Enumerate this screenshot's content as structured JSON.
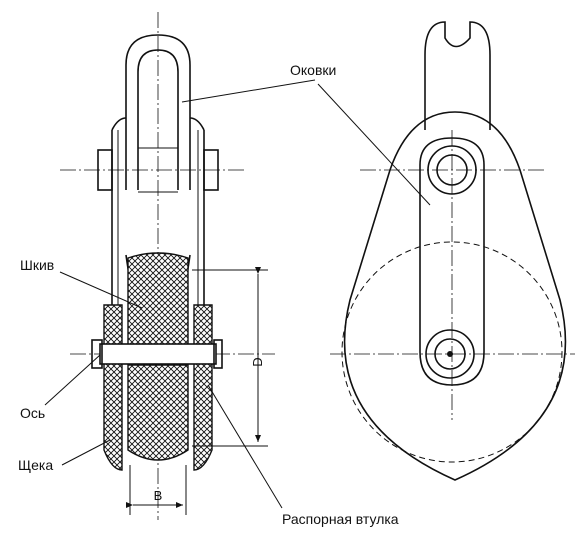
{
  "labels": {
    "fittings": "Оковки",
    "sheave": "Шкив",
    "axle": "Ось",
    "cheek": "Щека",
    "spacer": "Распорная втулка"
  },
  "dimensions": {
    "diameter": "D",
    "width": "B"
  }
}
